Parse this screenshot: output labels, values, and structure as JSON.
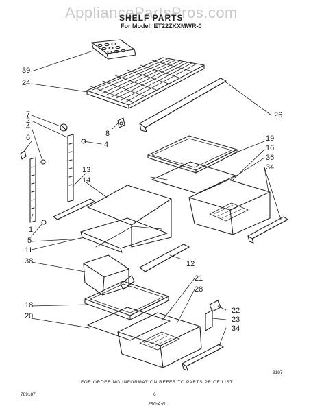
{
  "watermark": "AppliancePartsPros.com",
  "title": "SHELF PARTS",
  "model": "For Model: ET22ZKXMWR-0",
  "callouts": [
    "39",
    "24",
    "26",
    "7",
    "2",
    "8",
    "4",
    "6",
    "4",
    "19",
    "16",
    "36",
    "34",
    "13",
    "14",
    "1",
    "5",
    "11",
    "12",
    "38",
    "21",
    "28",
    "18",
    "20",
    "22",
    "23",
    "34"
  ],
  "footer": "FOR ORDERING INFORMATION REFER TO PARTS PRICE LIST",
  "doc_number": "789187",
  "page_number": "6",
  "corner_code": "9187",
  "handwritten_note": "296-A-6"
}
